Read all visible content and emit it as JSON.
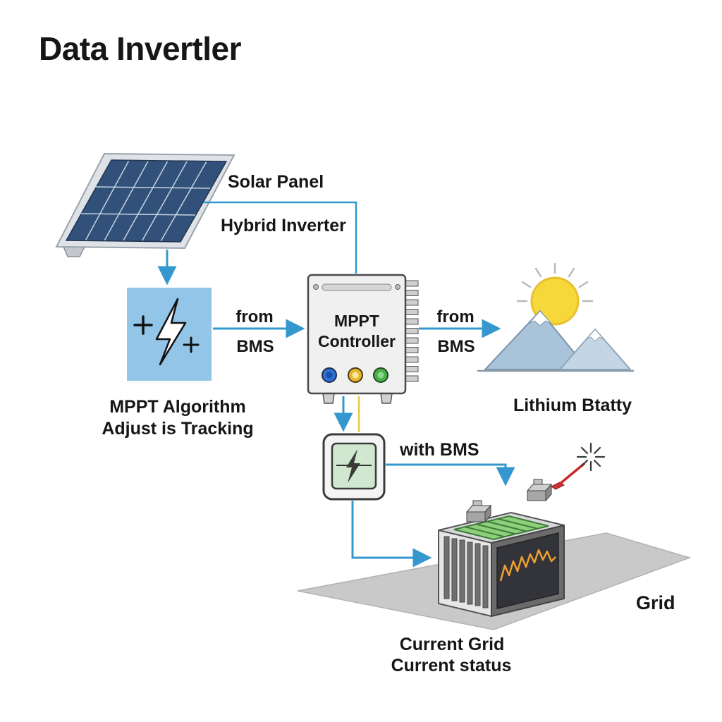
{
  "title": "Data Invertler",
  "nodes": {
    "solar_panel_label": "Solar Panel",
    "hybrid_inverter_label": "Hybrid Inverter",
    "mppt_controller_line1": "MPPT",
    "mppt_controller_line2": "Controller",
    "mppt_algorithm_line1": "MPPT Algorithm",
    "mppt_algorithm_line2": "Adjust is Tracking",
    "lithium_battery_label": "Lithium Btatty",
    "grid_label": "Grid",
    "current_grid_line1": "Current Grid",
    "current_grid_line2": "Current status"
  },
  "edge_labels": {
    "algo_to_controller": {
      "line1": "from",
      "line2": "BMS"
    },
    "controller_to_battery": {
      "line1": "from",
      "line2": "BMS"
    },
    "monitor_to_battery": "with BMS"
  },
  "colors": {
    "arrow_blue": "#3498cf",
    "wire_yellow": "#e8c93e",
    "wire_red": "#cc2a2a",
    "panel_blue": "#31517a",
    "algorithm_box_blue": "#92c5e8",
    "controller_gray": "#f0f0f0",
    "led_blue": "#2f6fd4",
    "led_yellow": "#e8b52e",
    "led_green": "#48b048",
    "sun_yellow": "#f6d83b",
    "mountain_blue": "#a9c3da",
    "monitor_screen_green": "#cfe8cf",
    "waveform_orange": "#f0a030",
    "ground_gray": "#c9c9c9",
    "battery_cell_green": "#8ecf7a"
  }
}
